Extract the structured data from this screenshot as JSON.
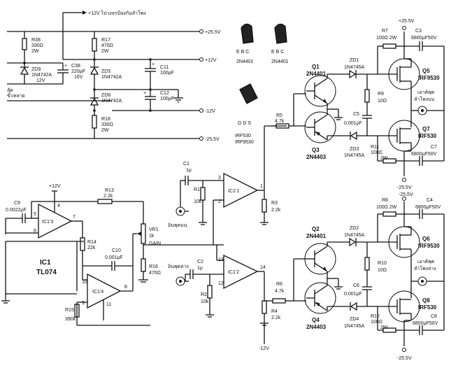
{
  "rails": {
    "top_pos25": "+25.5V",
    "top_pos12": "+12V",
    "top_neg12": "-12V",
    "top_neg25": "-25.5V",
    "note_pos12": "+12V ไปวงจรป้องกันลำโพง",
    "ic_pos12": "+12V",
    "ic_neg12": "-12V",
    "out_top_pos": "+25.5V",
    "out_top_neg": "-25.5V",
    "out_mid_neg": "-25.5V",
    "out_bot_neg": "-25.5V"
  },
  "power": {
    "R38": "R38",
    "R38_val": "330Ω",
    "R38_w": "2W",
    "ZD9": "ZD9",
    "ZD9_val": "1N4742A",
    "ZD9_v": "12V",
    "C38": "C38",
    "C38_val": "220µF",
    "C38_v": "16V",
    "R17": "R17",
    "R17_val": "470Ω",
    "R17_w": "2W",
    "ZD5": "ZD5",
    "ZD5_val": "1N4742A",
    "ZD6": "ZD6",
    "ZD6_val": "1N4742A",
    "C11": "C11",
    "C11_val": "100µF",
    "C12": "C12",
    "C12_val": "100µF",
    "R18": "R18",
    "R18_val": "330Ω",
    "R18_w": "2W",
    "ground_label_a": "ลัด",
    "ground_label_b": "ขั้วหลาย"
  },
  "pinouts": {
    "t1_pins": "E B C",
    "t1_name": "2N4401",
    "t2_pins": "E B C",
    "t2_name": "2N4401",
    "mos_pins": "G D S",
    "mos_name1": "IRF530",
    "mos_name2": "IRF9530"
  },
  "ic1": {
    "name": "IC1",
    "type": "TL074",
    "ic13": "IC1'3",
    "ic14": "IC1'4",
    "ic11": "IC1'1",
    "ic12": "IC1'2",
    "pin4": "4",
    "pin5": "5",
    "pin6": "6",
    "pin7": "7",
    "pin8": "8",
    "pin9": "9",
    "pin10": "10",
    "pin11": "11",
    "pin1": "1",
    "pin2": "2",
    "pin3": "3",
    "pin12": "12",
    "pin13": "13",
    "pin14": "14",
    "C9": "C9",
    "C9_val": "0.0022µF",
    "R13": "R13",
    "R13_val": "2.2k",
    "R14": "R14",
    "R14_val": "22k",
    "C10": "C10",
    "C10_val": "0.001µF",
    "R15": "R15",
    "R15_val": "390k",
    "VR1": "VR1",
    "VR1_val": "1k",
    "VR1_lbl": "GAIN",
    "R16": "R16",
    "R16_val": "470Ω"
  },
  "input": {
    "C1": "C1",
    "C1_val": "1µ",
    "R1": "R1",
    "R1_val": "10k",
    "in1": "อินพุตบน",
    "C2": "C2",
    "C2_val": "1µ",
    "R2": "R2",
    "R2_val": "10k",
    "in2": "อินพุตล่าง",
    "R3": "R3",
    "R3_val": "2.2k",
    "R4": "R4",
    "R4_val": "2.2k"
  },
  "out_top": {
    "Q1": "Q1",
    "Q1_val": "2N4401",
    "Q3": "Q3",
    "Q3_val": "2N4403",
    "R5": "R5",
    "R5_val": "4.7k",
    "ZD1": "ZD1",
    "ZD1_val": "1N4745A",
    "ZD3": "ZD3",
    "ZD3_val": "1N4745A",
    "R9": "R9",
    "R9_val": "10Ω",
    "C5": "C5",
    "C5_val": "0.001µF",
    "R11": "R11",
    "R11_val": "100Ω",
    "R11_w": "2W",
    "R7": "R7",
    "R7_val": "100Ω 2W",
    "C3": "C3",
    "C3_val": "6800µF50V",
    "Q5": "Q5",
    "Q5_val": "IRF9530",
    "Q7": "Q7",
    "Q7_val": "IRF530",
    "spk": "เอาต์พุต",
    "spk2": "ลำโพงบน",
    "C7": "C7",
    "C7_val": "6800µF50V"
  },
  "out_bot": {
    "Q2": "Q2",
    "Q2_val": "2N4401",
    "Q4": "Q4",
    "Q4_val": "2N4403",
    "R6": "R6",
    "R6_val": "4.7k",
    "ZD2": "ZD2",
    "ZD2_val": "1N4745A",
    "ZD4": "ZD4",
    "ZD4_val": "1N4745A",
    "R10": "R10",
    "R10_val": "10Ω",
    "C6": "C6",
    "C6_val": "0.001µF",
    "R12": "R12",
    "R12_val": "100Ω",
    "R12_w": "2W",
    "R8": "R8",
    "R8_val": "100Ω 2W",
    "C4": "C4",
    "C4_val": "6800µF50V",
    "Q6": "Q6",
    "Q6_val": "IRF9530",
    "Q8": "Q8",
    "Q8_val": "IRF530",
    "spk": "เอาต์พุต",
    "spk2": "ลำโพงล่าง",
    "C8": "C8",
    "C8_val": "6800µF50V"
  }
}
